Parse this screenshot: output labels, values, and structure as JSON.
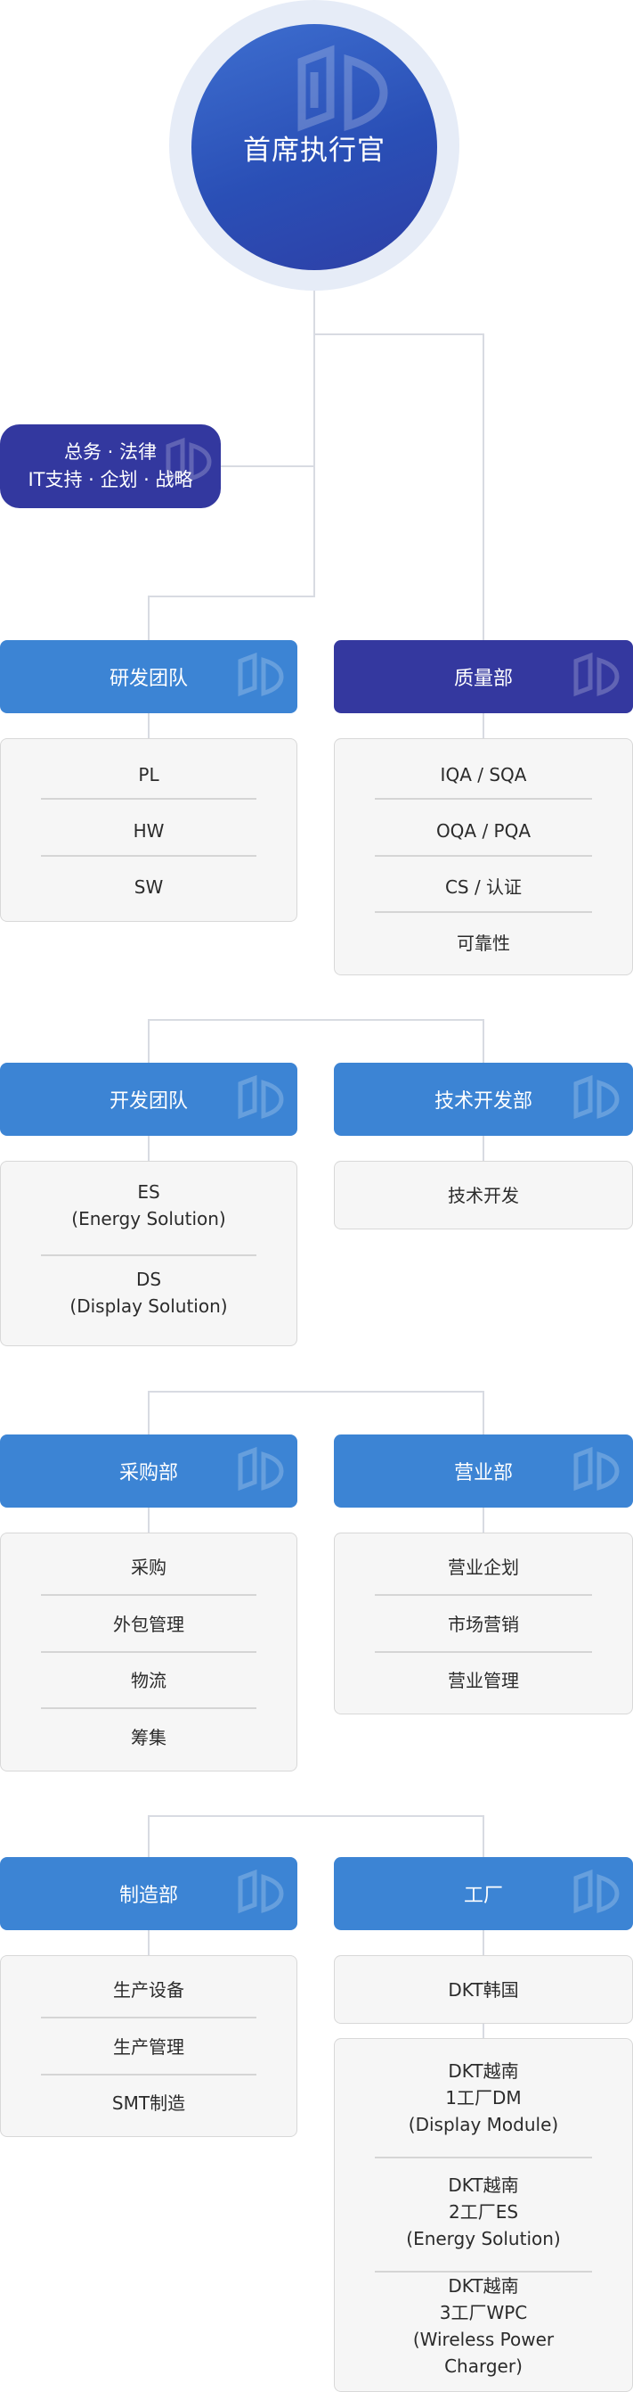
{
  "ceo": {
    "title": "首席执行官"
  },
  "support": {
    "line1": "总务 · 法律",
    "line2": "IT支持 · 企划 · 战略"
  },
  "rnd": {
    "title": "研发团队",
    "items": [
      "PL",
      "HW",
      "SW"
    ]
  },
  "quality": {
    "title": "质量部",
    "items": [
      "IQA / SQA",
      "OQA / PQA",
      "CS / 认证",
      "可靠性"
    ]
  },
  "dev": {
    "title": "开发团队",
    "items": [
      {
        "line1": "ES",
        "line2": "(Energy Solution)"
      },
      {
        "line1": "DS",
        "line2": "(Display Solution)"
      }
    ]
  },
  "tech": {
    "title": "技术开发部",
    "items": [
      "技术开发"
    ]
  },
  "purchase": {
    "title": "采购部",
    "items": [
      "采购",
      "外包管理",
      "物流",
      "筹集"
    ]
  },
  "sales": {
    "title": "营业部",
    "items": [
      "营业企划",
      "市场营销",
      "营业管理"
    ]
  },
  "manufacturing": {
    "title": "制造部",
    "items": [
      "生产设备",
      "生产管理",
      "SMT制造"
    ]
  },
  "factory": {
    "title": "工厂",
    "korea": "DKT韩国",
    "vietnam": [
      {
        "line1": "DKT越南",
        "line2": "1工厂DM",
        "line3": "(Display Module)"
      },
      {
        "line1": "DKT越南",
        "line2": "2工厂ES",
        "line3": "(Energy Solution)"
      },
      {
        "line1": "DKT越南",
        "line2": "3工厂WPC",
        "line3": "(Wireless Power Charger)"
      }
    ]
  },
  "icons": {
    "watermark": "dkt-logo-icon"
  },
  "colors": {
    "primary_blue": "#3c84d4",
    "navy": "#34389f",
    "ceo_blue": "#2f56bd",
    "line": "#d8dbe2",
    "box_bg": "#f6f6f6"
  }
}
